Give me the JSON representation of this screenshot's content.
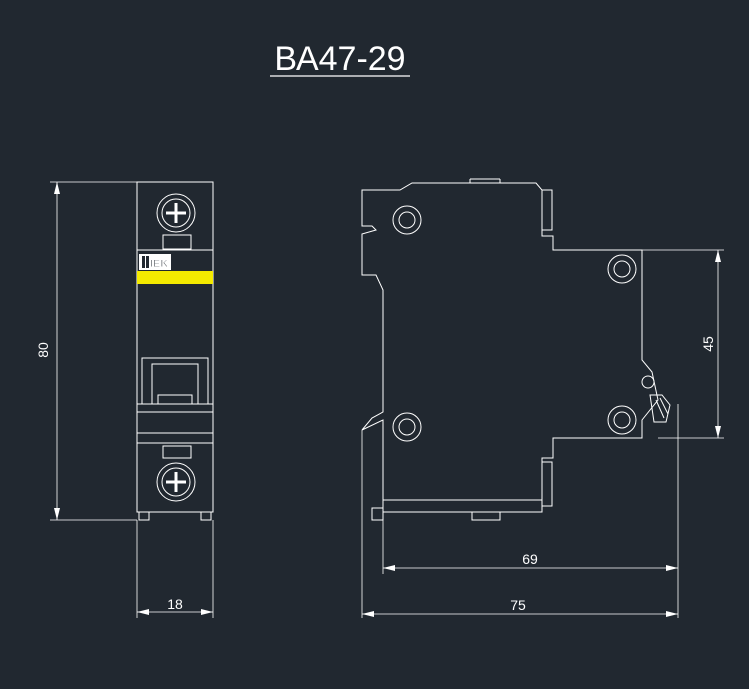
{
  "title": "ВА47-29",
  "brand_logo": "IEK",
  "dimensions": {
    "height": "80",
    "width": "18",
    "mount_depth": "69",
    "total_depth": "75",
    "side_height": "45"
  },
  "colors": {
    "background": "#212830",
    "line": "#ffffff",
    "accent_stripe": "#f4ea00"
  }
}
